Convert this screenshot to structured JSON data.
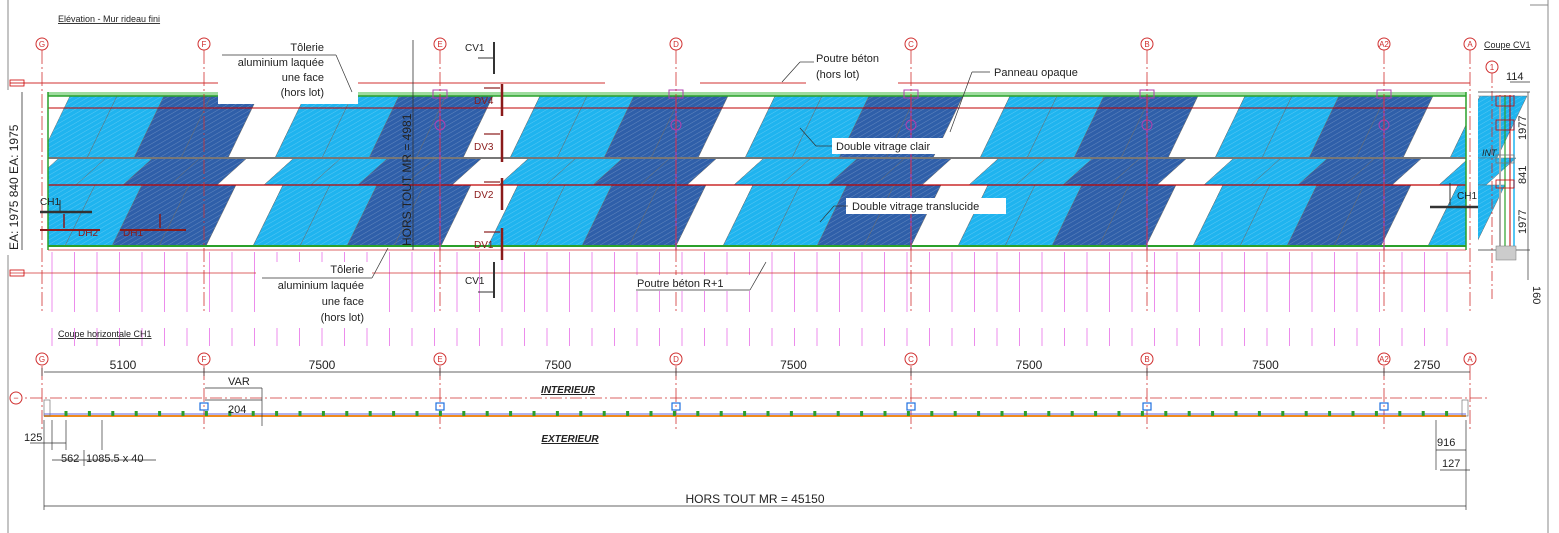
{
  "elevation": {
    "title": "Elévation - Mur rideau fini",
    "grid_labels": [
      "G",
      "F",
      "E",
      "D",
      "C",
      "B",
      "A2",
      "A"
    ],
    "annotations": {
      "toles_top": [
        "Tôlerie",
        "aluminium laquée",
        "une face",
        "(hors lot)"
      ],
      "poutre_beton": [
        "Poutre béton",
        "(hors lot)"
      ],
      "panneau_opaque": "Panneau opaque",
      "double_vitrage_clair": "Double vitrage clair",
      "double_vitrage_translucide": "Double vitrage translucide",
      "toles_bottom": [
        "Tôlerie",
        "aluminium laquée",
        "une face",
        "(hors lot)"
      ],
      "poutre_beton_r1": "Poutre béton R+1"
    },
    "section_marks": {
      "cv1": "CV1",
      "ch1": "CH1",
      "dh1": "DH1",
      "dh2": "DH2"
    },
    "detail_marks": [
      "DV4",
      "DV3",
      "DV2",
      "DV1"
    ],
    "vertical_dims": {
      "left": "EA: 1975  840  EA: 1975",
      "hors_tout": "HORS TOUT MR = 4981"
    }
  },
  "coupe_cv1": {
    "title": "Coupe CV1",
    "grid_label": "1",
    "dims": [
      "114",
      "1977",
      "841",
      "1977",
      "160"
    ],
    "int_label": "INT"
  },
  "horizontal_section": {
    "title": "Coupe horizontale CH1",
    "grid_labels": [
      "G",
      "F",
      "E",
      "D",
      "C",
      "B",
      "A2",
      "A"
    ],
    "span_dims": [
      "5100",
      "7500",
      "7500",
      "7500",
      "7500",
      "7500",
      "2750"
    ],
    "interieur": "INTERIEUR",
    "exterieur": "EXTERIEUR",
    "minus_label": "−",
    "var_label": "VAR",
    "var_dim": "204",
    "dims_bottom_left": [
      "125",
      "562",
      "1085.5 x 40"
    ],
    "dims_bottom_right": [
      "916",
      "127"
    ],
    "hors_tout": "HORS TOUT MR = 45150"
  },
  "colors": {
    "glass_light": "#1fb4ef",
    "glass_dark": "#2f5fa9",
    "beam": "#c00000",
    "grid": "#e03030",
    "guide": "#e040e0",
    "green": "#2aa02a",
    "orange": "#f08a1c",
    "blue_line": "#3030d0",
    "darkred": "#8a1a1a"
  }
}
